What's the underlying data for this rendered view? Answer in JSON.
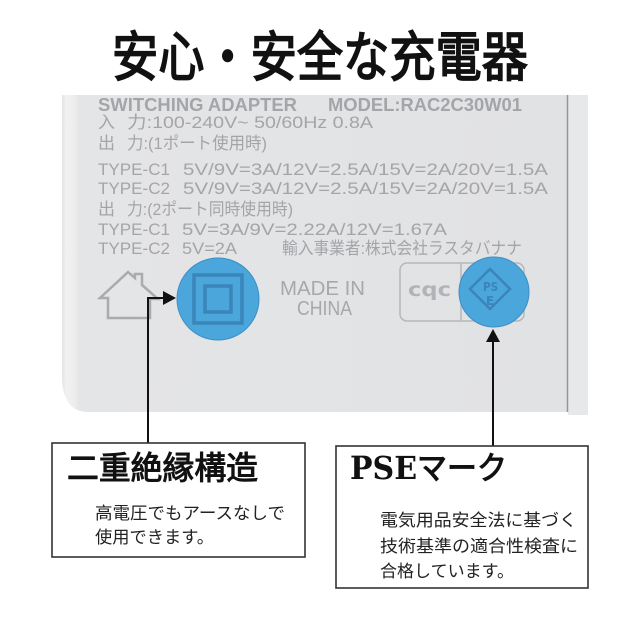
{
  "title": "安心・安全な充電器",
  "label": {
    "header": {
      "product": "SWITCHING ADAPTER",
      "model": "MODEL:RAC2C30W01"
    },
    "input": {
      "prefix": "入",
      "text": "力:100-240V~ 50/60Hz 0.8A"
    },
    "output_single": {
      "prefix": "出",
      "text": "力:(1ポート使用時)",
      "ports": [
        {
          "port": "TYPE-C1",
          "spec": "5V/9V=3A/12V=2.5A/15V=2A/20V=1.5A"
        },
        {
          "port": "TYPE-C2",
          "spec": "5V/9V=3A/12V=2.5A/15V=2A/20V=1.5A"
        }
      ]
    },
    "output_dual": {
      "prefix": "出",
      "text": "力:(2ポート同時使用時)",
      "ports": [
        {
          "port": "TYPE-C1",
          "spec": "5V=3A/9V=2.22A/12V=1.67A"
        },
        {
          "port": "TYPE-C2",
          "spec": "5V=2A"
        }
      ]
    },
    "importer": "輸入事業者:株式会社ラスタバナナ",
    "made_in": {
      "line1": "MADE IN",
      "line2": "CHINA"
    },
    "cert_logo": "cqc",
    "pse_symbol": {
      "top": "PS",
      "bottom": "E"
    }
  },
  "callouts": [
    {
      "title": "二重絶縁構造",
      "body": [
        "高電圧でもアースなしで",
        "使用できます。"
      ]
    },
    {
      "title": "PSEマーク",
      "body": [
        "電気用品安全法に基づく",
        "技術基準の適合性検査に",
        "合格しています。"
      ]
    }
  ],
  "icons": {
    "indoor_use": "house-icon",
    "double_insulation": "double-square-icon",
    "pse": "pse-diamond-icon",
    "pointer": "arrow-icon"
  },
  "colors": {
    "highlight": "#4aa6db",
    "highlight_stroke": "#3a85b9",
    "label_bg": "#e2e3e5",
    "label_text": "#a3a5a8",
    "callout_border": "#333333",
    "title_text": "#111111"
  }
}
